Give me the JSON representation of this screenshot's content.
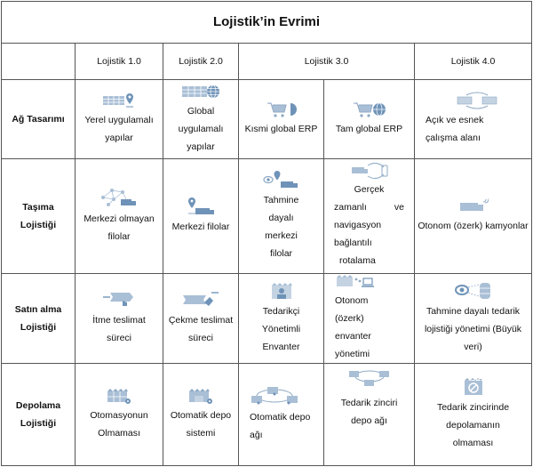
{
  "title": "Lojistik’in Evrimi",
  "columns": [
    "",
    "Lojistik 1.0",
    "Lojistik 2.0",
    "Lojistik 3.0",
    "Lojistik 4.0"
  ],
  "icon_color": "#8fa9c4",
  "rows": [
    {
      "label": "Ağ Tasarımı",
      "cells": [
        {
          "icon": "warehouse-location-pin-icon",
          "text": "Yerel uygulamalı\nyapılar"
        },
        {
          "icon": "warehouse-globe-icon",
          "text": "Global\nuygulamalı\nyapılar"
        },
        {
          "icon": "cart-globe-partial-icon",
          "text": "Kısmi global ERP"
        },
        {
          "icon": "cart-globe-full-icon",
          "text": "Tam global ERP"
        },
        {
          "icon": "connected-warehouses-icon",
          "text": "Açık ve esnek\nçalışma alanı"
        }
      ]
    },
    {
      "label": "Taşıma\nLojistiği",
      "cells": [
        {
          "icon": "network-truck-icon",
          "text": "Merkezi olmayan\nfilolar"
        },
        {
          "icon": "pin-truck-icon",
          "text": "Merkezi filolar"
        },
        {
          "icon": "eye-pin-truck-icon",
          "text": "Tahmine\ndayalı\nmerkezi\nfilolar"
        },
        {
          "icon": "truck-phone-link-icon",
          "text_lines": [
            "Gerçek",
            "zamanlı",
            "ve",
            "navigasyon",
            "bağlantılı",
            "rotalama"
          ]
        },
        {
          "icon": "autonomous-truck-icon",
          "text": "Otonom (özerk) kamyonlar"
        }
      ]
    },
    {
      "label": "Satın alma\nLojistiği",
      "cells": [
        {
          "icon": "push-arrow-hand-icon",
          "text": "İtme teslimat\nsüreci"
        },
        {
          "icon": "pull-arrow-hand-icon",
          "text": "Çekme teslimat\nsüreci"
        },
        {
          "icon": "warehouse-supplier-icon",
          "text": "Tedarikçi\nYönetimli\nEnvanter"
        },
        {
          "icon": "warehouse-laptop-icon",
          "text": "Otonom\n(özerk)\nenvanter\nyönetimi"
        },
        {
          "icon": "eye-database-icon",
          "text": "Tahmine dayalı tedarik\nlojistiği yönetimi (Büyük\nveri)"
        }
      ]
    },
    {
      "label": "Depolama\nLojistiği",
      "cells": [
        {
          "icon": "warehouse-gear-icon",
          "text": "Otomasyonun\nOlmaması"
        },
        {
          "icon": "automated-warehouse-icon",
          "text": "Otomatik depo\nsistemi"
        },
        {
          "icon": "warehouse-network-icon",
          "text": "Otomatik depo\nağı"
        },
        {
          "icon": "supply-chain-warehouses-icon",
          "text": "Tedarik zinciri\ndepo ağı"
        },
        {
          "icon": "no-warehouse-icon",
          "text": "Tedarik zincirinde\ndepolamanın\nolmaması"
        }
      ]
    }
  ]
}
